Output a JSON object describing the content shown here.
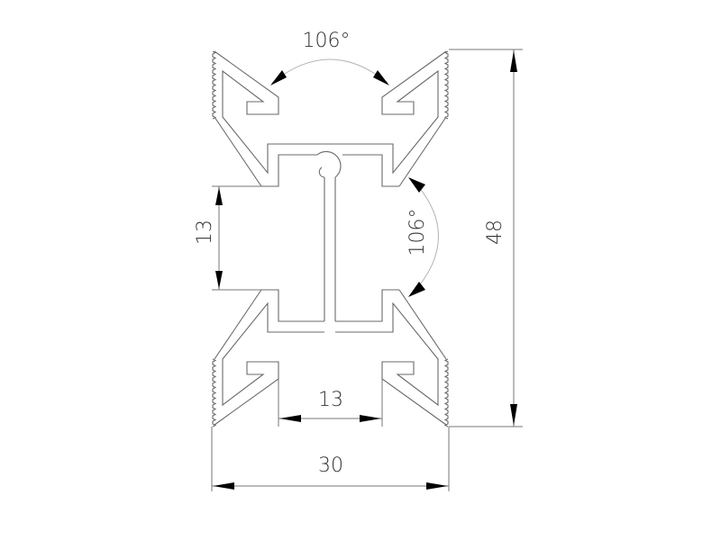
{
  "drawing": {
    "title": "Aluminium profile cross-section",
    "dimensions": {
      "top_angle": "106°",
      "side_angle": "106°",
      "height": "48",
      "width": "30",
      "slot_width": "13",
      "inner_height": "13"
    },
    "colors": {
      "line": "#6a6a6a",
      "arc": "#b5b5b5",
      "arrow": "#000000"
    }
  }
}
